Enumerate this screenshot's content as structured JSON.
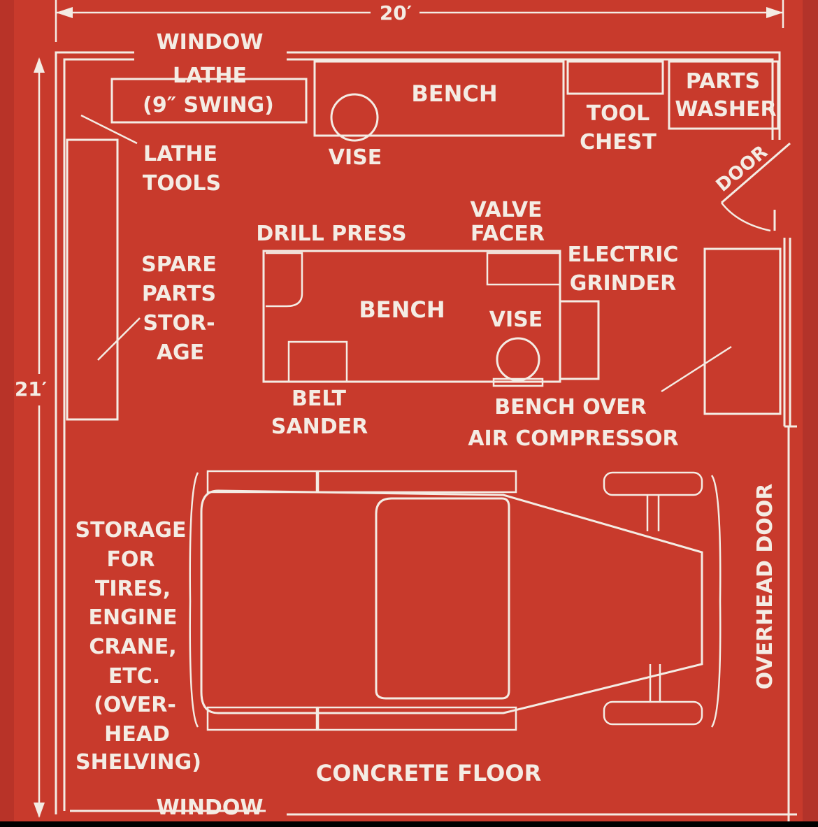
{
  "dimensions": {
    "width_label": "20′",
    "depth_label": "21′"
  },
  "labels": {
    "window_top": "WINDOW",
    "window_bottom": "WINDOW",
    "lathe_line1": "LATHE",
    "lathe_line2": "(9″ SWING)",
    "bench_top": "BENCH",
    "vise_top": "VISE",
    "tool_chest_line1": "TOOL",
    "tool_chest_line2": "CHEST",
    "parts_washer_line1": "PARTS",
    "parts_washer_line2": "WASHER",
    "door": "DOOR",
    "lathe_tools_line1": "LATHE",
    "lathe_tools_line2": "TOOLS",
    "valve_facer_line1": "VALVE",
    "valve_facer_line2": "FACER",
    "drill_press": "DRILL PRESS",
    "electric_grinder_line1": "ELECTRIC",
    "electric_grinder_line2": "GRINDER",
    "spare_parts_line1": "SPARE",
    "spare_parts_line2": "PARTS",
    "spare_parts_line3": "STOR-",
    "spare_parts_line4": "AGE",
    "bench_center": "BENCH",
    "vise_center": "VISE",
    "belt_sander_line1": "BELT",
    "belt_sander_line2": "SANDER",
    "bench_over_compressor_line1": "BENCH OVER",
    "bench_over_compressor_line2": "AIR COMPRESSOR",
    "storage_line1": "STORAGE",
    "storage_line2": "FOR",
    "storage_line3": "TIRES,",
    "storage_line4": "ENGINE",
    "storage_line5": "CRANE,",
    "storage_line6": "ETC.",
    "storage_line7": "(OVER-",
    "storage_line8": "HEAD",
    "storage_line9": "SHELVING)",
    "overhead_door": "OVERHEAD DOOR",
    "concrete_floor": "CONCRETE FLOOR"
  },
  "colors": {
    "background": "#c83a2c",
    "line": "#f4ece4"
  }
}
